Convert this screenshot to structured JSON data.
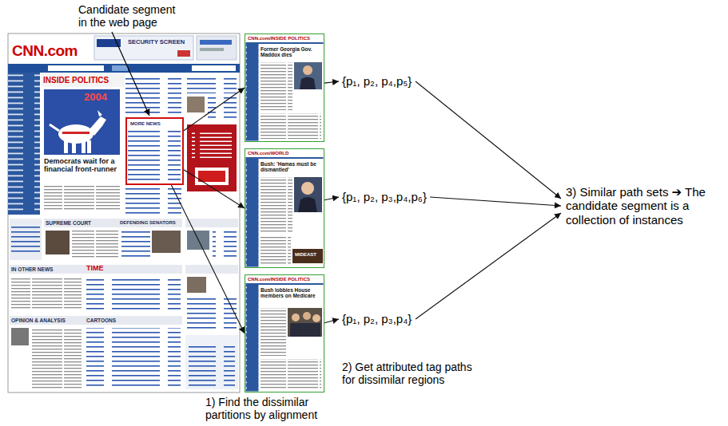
{
  "diagram": {
    "nodes": [
      {
        "text": [
          "CNN.com",
          "SECURITY SCREEN",
          "INSIDE POLITICS",
          "2004",
          "Democrats wait for a financial front-runner",
          "SUPREME COURT",
          "DEFENDING SENATORS",
          "IN OTHER NEWS",
          "TIME",
          "OPINION & ANALYSIS",
          "CARTOONS"
        ]
      },
      {
        "text": [
          "MORE NEWS"
        ],
        "in": 0
      },
      {
        "text": [
          "CNN.com/INSIDE POLITICS",
          "Former Georgia Gov. Maddox dies"
        ]
      },
      {
        "text": [
          "{p₁, p₂, p₄,p₅}"
        ]
      },
      {
        "text": [
          "CNN.com/WORLD",
          "Bush: 'Hamas must be dismantled'",
          "MIDEAST"
        ]
      },
      {
        "text": [
          "{p₁, p₂, p₃,p₄,p₆}"
        ]
      },
      {
        "text": [
          "CNN.com/INSIDE POLITICS",
          "Bush lobbies House members on Medicare"
        ]
      },
      {
        "text": [
          "{p₁, p₂, p₃,p₄}"
        ]
      },
      {
        "text": [
          "3) Similar path sets ➔ The candidate segment is a collection of instances"
        ]
      }
    ],
    "edges": [
      {
        "from": 1,
        "to": 2,
        "arrow": "to"
      },
      {
        "from": 1,
        "to": 4,
        "arrow": "to"
      },
      {
        "from": 1,
        "to": 6,
        "arrow": "to"
      },
      {
        "from": 2,
        "to": 3,
        "arrow": "to"
      },
      {
        "from": 4,
        "to": 5,
        "arrow": "to"
      },
      {
        "from": 6,
        "to": 7,
        "arrow": "to"
      },
      {
        "from": 3,
        "to": 8,
        "arrow": "to"
      },
      {
        "from": 5,
        "to": 8,
        "arrow": "to"
      },
      {
        "from": 7,
        "to": 8,
        "arrow": "to"
      }
    ],
    "labels": [
      "Candidate segment in the web page",
      "2) Get attributed tag paths for dissimilar regions",
      "1) Find the dissimilar partitions by alignment"
    ]
  }
}
